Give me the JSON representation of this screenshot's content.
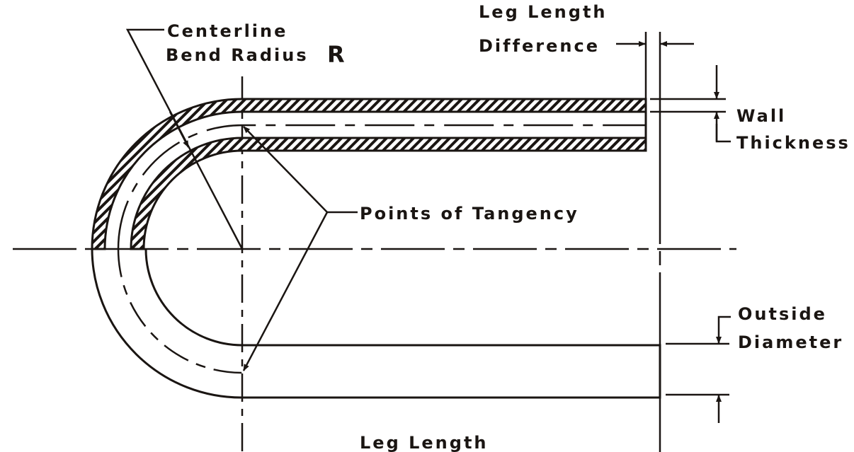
{
  "title": "Tube bend dimensions",
  "colors": {
    "ink": "#1a1512",
    "background": "#ffffff"
  },
  "labels": {
    "centerline_line1": "Centerline",
    "centerline_line2": "Bend Radius",
    "radius_symbol": "R",
    "leg_diff_line1": "Leg Length",
    "leg_diff_line2": "Difference",
    "wall_line1": "Wall",
    "wall_line2": "Thickness",
    "tangency": "Points of Tangency",
    "od_line1": "Outside",
    "od_line2": "Diameter",
    "leg_length": "Leg Length"
  }
}
